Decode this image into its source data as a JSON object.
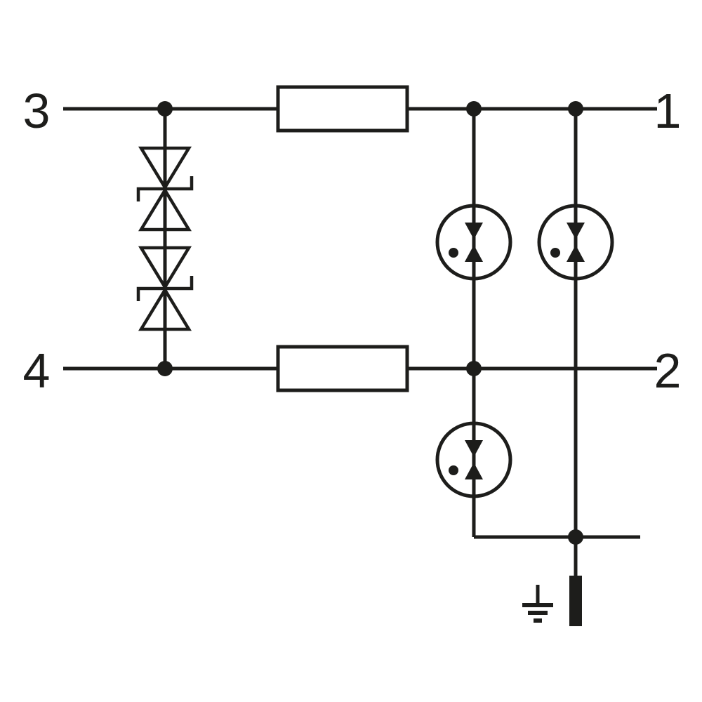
{
  "diagram": {
    "kind": "surge-protection-circuit-schematic",
    "terminals": {
      "left_top": "3",
      "left_bottom": "4",
      "right_top": "1",
      "right_bottom": "2"
    },
    "components": [
      {
        "name": "series-resistor-top",
        "type": "resistor"
      },
      {
        "name": "series-resistor-bottom",
        "type": "resistor"
      },
      {
        "name": "suppressor-diode-upper",
        "type": "bidirectional-tvs-diode"
      },
      {
        "name": "suppressor-diode-lower",
        "type": "bidirectional-tvs-diode"
      },
      {
        "name": "gas-discharge-tube-mid-upper",
        "type": "gas-discharge-tube"
      },
      {
        "name": "gas-discharge-tube-mid-lower",
        "type": "gas-discharge-tube"
      },
      {
        "name": "gas-discharge-tube-right",
        "type": "gas-discharge-tube"
      },
      {
        "name": "earth-ground",
        "type": "earth-symbol"
      },
      {
        "name": "pe-terminal",
        "type": "pe-terminal-block"
      }
    ],
    "colors": {
      "line": "#1d1d1b",
      "background": "#ffffff"
    }
  }
}
